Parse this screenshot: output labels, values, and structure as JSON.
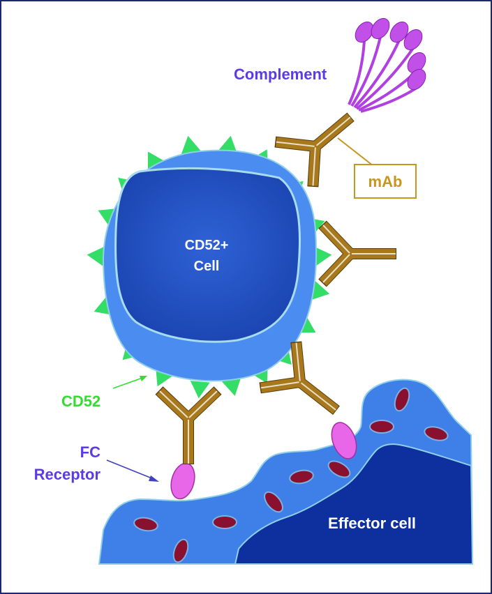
{
  "labels": {
    "cell_line1": "CD52+",
    "cell_line2": "Cell",
    "complement": "Complement",
    "mab": "mAb",
    "cd52": "CD52",
    "fc_line1": "FC",
    "fc_line2": "Receptor",
    "effector": "Effector cell"
  },
  "colors": {
    "border": "#1a2a6c",
    "cell_outer": "#4a8cf0",
    "cell_inner": "#1f4fc0",
    "effector_outer": "#3f7fe8",
    "effector_inner": "#0e2f9e",
    "cd52": "#33dd66",
    "antibody": "#a8781c",
    "complement": "#b040e0",
    "receptor": "#e866e8",
    "granule": "#8a1030",
    "label_blue": "#5b3be8",
    "label_green": "#33dd33",
    "label_gold": "#c8961e"
  }
}
